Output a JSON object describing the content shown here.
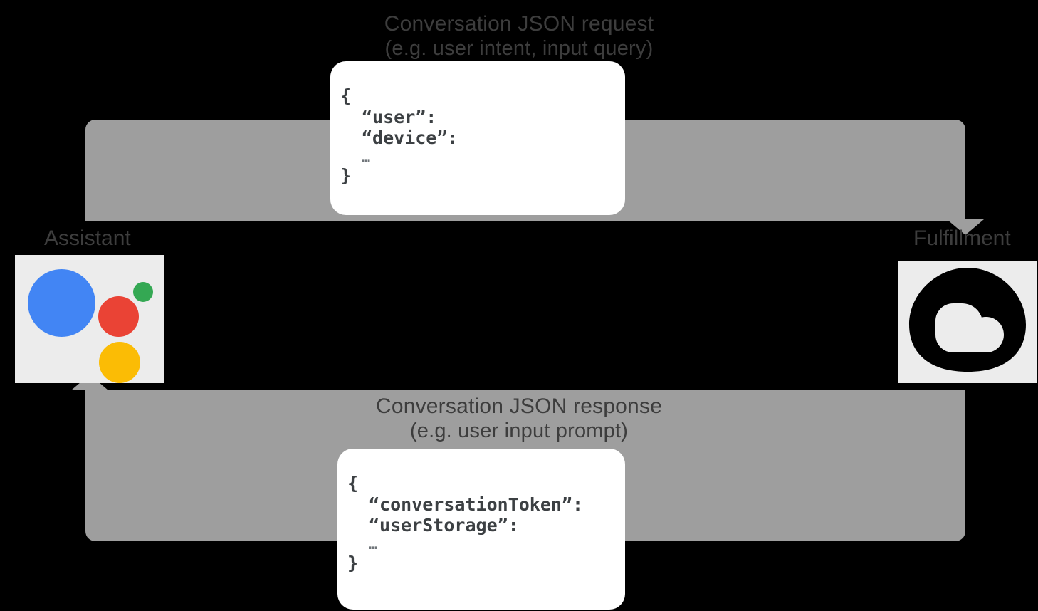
{
  "diagram": {
    "title_top_line1": "Conversation JSON request",
    "title_top_line2": "(e.g. user intent, input query)",
    "title_bottom_line1": "Conversation JSON response",
    "title_bottom_line2": "(e.g. user input prompt)",
    "endpoints": {
      "left_label": "Assistant",
      "right_label": "Fulfillment",
      "left_icon": "google-assistant-icon",
      "right_icon": "cloud-fulfillment-icon"
    },
    "request_json": {
      "open_brace": "{",
      "keys": [
        "“user”:",
        "“device”:"
      ],
      "ellipsis": "…",
      "close_brace": "}"
    },
    "response_json": {
      "open_brace": "{",
      "keys": [
        "“conversationToken”:",
        "“userStorage”:"
      ],
      "ellipsis": "…",
      "close_brace": "}"
    },
    "colors": {
      "background": "#000000",
      "band": "#9e9e9e",
      "text": "#3d3d3d",
      "card": "#ffffff",
      "tile": "#ececec",
      "assistant_blue": "#4285F4",
      "assistant_red": "#EA4335",
      "assistant_green": "#34A853",
      "assistant_yellow": "#FBBC05"
    }
  }
}
